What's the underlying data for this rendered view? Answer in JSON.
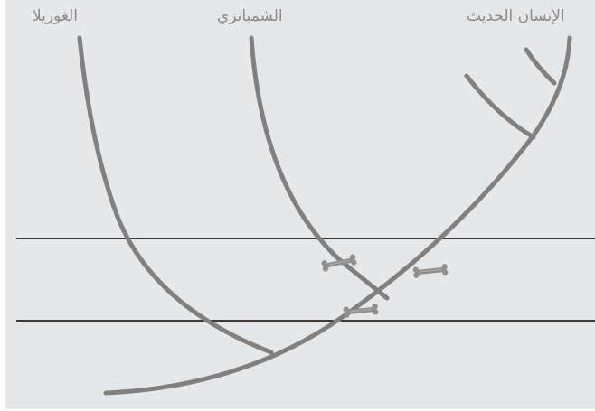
{
  "species": {
    "gorilla": "الغوريلا",
    "chimpanzee": "الشمبانزي",
    "modern_human": "الإنسان الحديث"
  },
  "colors": {
    "panel_bg": "#e6e7e9",
    "branch": "#808080",
    "time_line": "#000000",
    "label": "#8a8a8a",
    "fossil": "#8f8f8f"
  },
  "icons": [
    "fossil-bone-icon",
    "fossil-bone-icon",
    "fossil-bone-icon"
  ]
}
